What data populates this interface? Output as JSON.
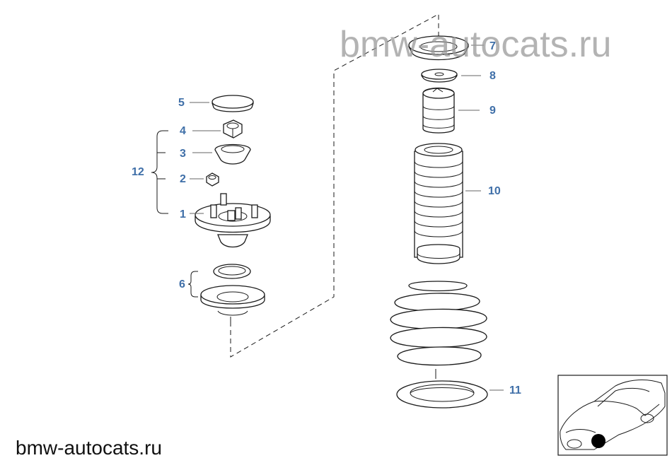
{
  "watermark": {
    "top": "bmw-autocats.ru",
    "bottom": "bmw-autocats.ru"
  },
  "callouts": {
    "p1": "1",
    "p2": "2",
    "p3": "3",
    "p4": "4",
    "p5": "5",
    "p6": "6",
    "p7": "7",
    "p8": "8",
    "p9": "9",
    "p10": "10",
    "p11": "11",
    "p12": "12"
  },
  "colors": {
    "callout": "#3f6fa8",
    "line": "#1a1a1a",
    "watermark": "#9a9a9a"
  },
  "icons": {
    "thumbnail": "car-location-thumbnail-icon"
  }
}
